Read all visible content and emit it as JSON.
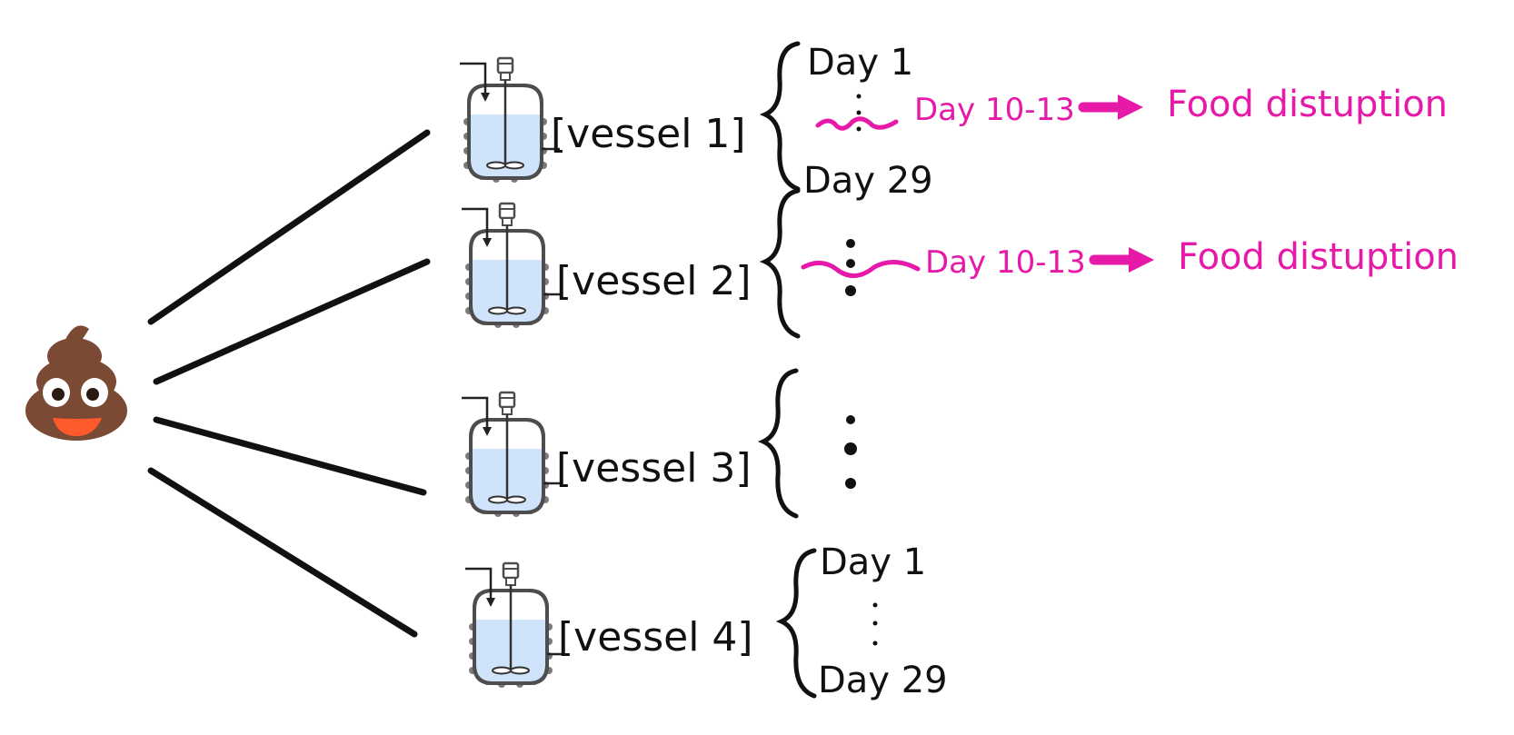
{
  "source": {
    "icon": "pile-of-poo-icon"
  },
  "colors": {
    "ink": "#111111",
    "accent": "#e619a8",
    "vessel_fill": "#cfe3fb",
    "vessel_stroke": "#4d4d4d"
  },
  "vessels": [
    {
      "label": "[vessel 1]",
      "day_start": "Day 1",
      "day_end": "Day 29",
      "event_days": "Day 10-13",
      "event_text": "Food distuption"
    },
    {
      "label": "[vessel 2]",
      "event_days": "Day 10-13",
      "event_text": "Food distuption"
    },
    {
      "label": "[vessel 3]"
    },
    {
      "label": "[vessel 4]",
      "day_start": "Day 1",
      "day_end": "Day 29"
    }
  ]
}
